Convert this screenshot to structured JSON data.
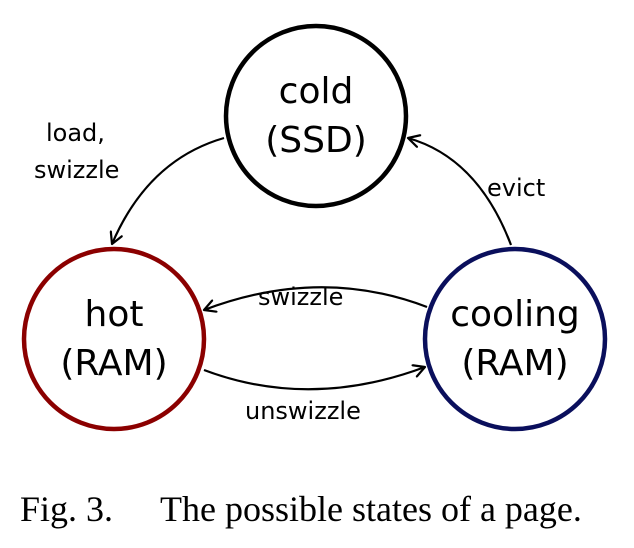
{
  "states": {
    "cold": {
      "name": "cold",
      "storage": "(SSD)",
      "border_color": "#000000"
    },
    "hot": {
      "name": "hot",
      "storage": "(RAM)",
      "border_color": "#8b0000"
    },
    "cooling": {
      "name": "cooling",
      "storage": "(RAM)",
      "border_color": "#0a0f5c"
    }
  },
  "edges": {
    "load_line1": "load,",
    "load_line2": "swizzle",
    "evict": "evict",
    "swizzle": "swizzle",
    "unswizzle": "unswizzle"
  },
  "caption": {
    "label": "Fig. 3.",
    "text": "The possible states of a page."
  }
}
